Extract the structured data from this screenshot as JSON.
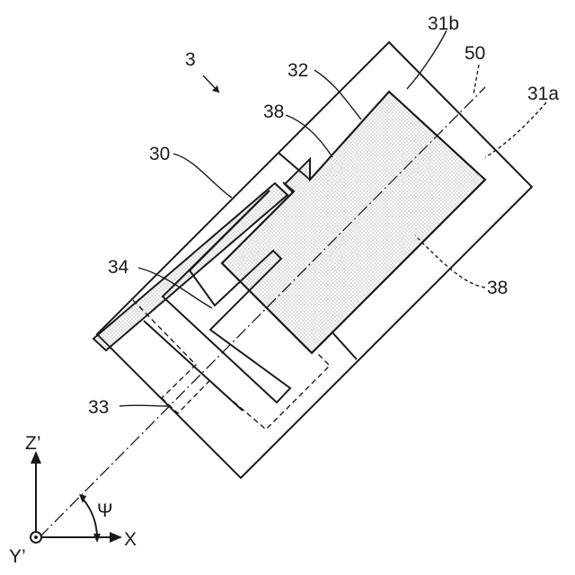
{
  "labels": {
    "device": "3",
    "n31b": "31b",
    "n50": "50",
    "n31a": "31a",
    "n32": "32",
    "n38_top": "38",
    "n30": "30",
    "n34": "34",
    "n38_right": "38",
    "n33": "33"
  },
  "axes": {
    "z": "Z’",
    "x": "X",
    "y": "Y’",
    "angle": "Ψ"
  }
}
